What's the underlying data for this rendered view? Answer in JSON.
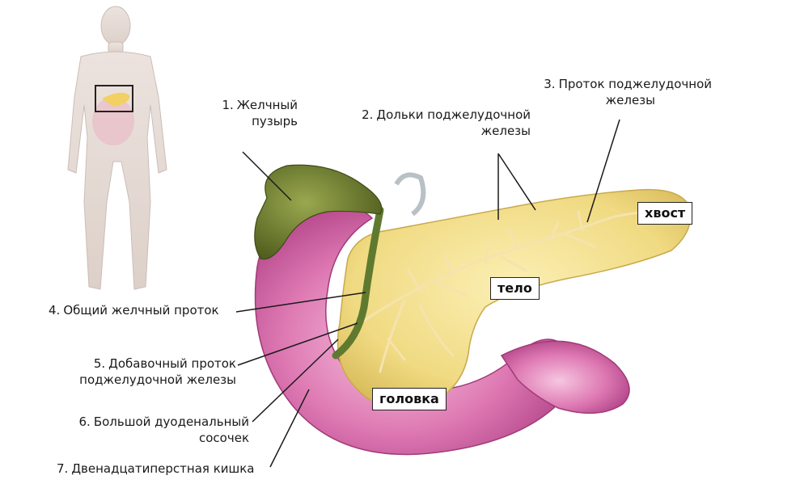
{
  "labels": {
    "gallbladder": {
      "num": "1.",
      "line1": "Желчный",
      "line2": "пузырь"
    },
    "lobules": {
      "num": "2.",
      "line1": "Дольки поджелудочной",
      "line2": "железы"
    },
    "duct": {
      "num": "3.",
      "line1": "Проток поджелудочной",
      "line2": "железы"
    },
    "common_bile": {
      "num": "4.",
      "line1": "Общий желчный проток"
    },
    "accessory": {
      "num": "5.",
      "line1": "Добавочный проток",
      "line2": "поджелудочной железы"
    },
    "papilla": {
      "num": "6.",
      "line1": "Большой дуоденальный",
      "line2": "сосочек"
    },
    "duodenum": {
      "num": "7.",
      "line1": "Двенадцатиперстная кишка"
    }
  },
  "tags": {
    "tail": "хвост",
    "body": "тело",
    "head": "головка"
  },
  "colors": {
    "pancreas": "#f1de8a",
    "pancreas_edge": "#d8bf5e",
    "duodenum": "#d86aa8",
    "duodenum_light": "#f0a9cf",
    "gallbladder": "#6b7a2e",
    "duct": "#e8c97a",
    "body_silhouette": "#e3d6cf"
  }
}
